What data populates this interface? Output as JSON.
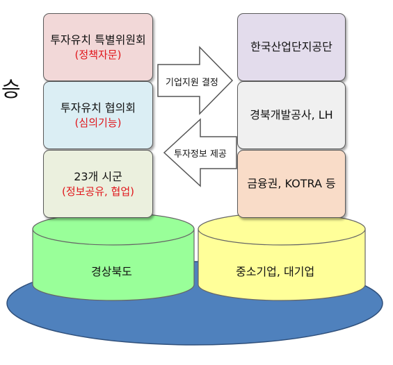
{
  "left_stack": [
    {
      "title": "투자유치 특별위원회",
      "subtitle": "(정책자문)",
      "fill": "#f2d8d8"
    },
    {
      "title": "투자유치 협의회",
      "subtitle": "(심의기능)",
      "fill": "#dbeef4"
    },
    {
      "title": "23개 시군",
      "subtitle": "(정보공유, 협업)",
      "fill": "#ebf0de"
    }
  ],
  "right_stack": [
    {
      "title": "한국산업단지공단",
      "fill": "#e3dcec"
    },
    {
      "title": "경북개발공사, LH",
      "fill": "#f0f0f0"
    },
    {
      "title": "금융권, KOTRA 등",
      "fill": "#f9dcc8"
    }
  ],
  "arrows": {
    "right": {
      "label": "기업지원 결정"
    },
    "left": {
      "label": "투자정보 제공"
    }
  },
  "bases": {
    "left": {
      "label": "경상북도",
      "fill": "#99ff99"
    },
    "right": {
      "label": "중소기업, 대기업",
      "fill": "#ffff99"
    },
    "platform_fill": "#4f81bd"
  },
  "stray_char": "승"
}
